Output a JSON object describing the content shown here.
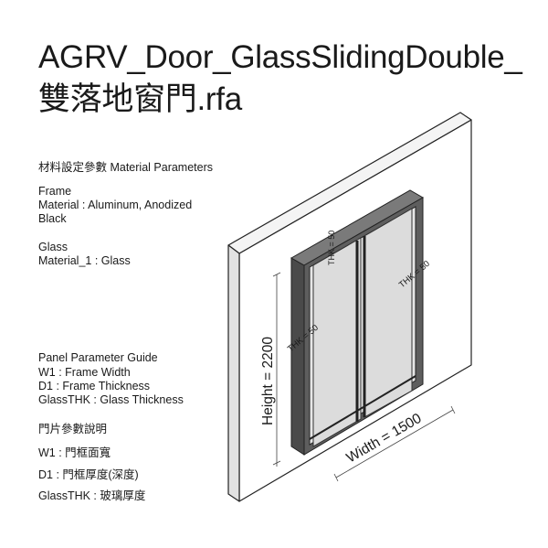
{
  "title": {
    "line1": "AGRV_Door_GlassSlidingDouble_",
    "line2": "雙落地窗門.rfa"
  },
  "material_section": {
    "heading": "材料設定參數 Material Parameters",
    "frame_label": "Frame",
    "frame_material_line1": "Material : Aluminum, Anodized",
    "frame_material_line2": "Black",
    "glass_label": "Glass",
    "glass_material": "Material_1 :  Glass"
  },
  "panel_guide": {
    "heading": "Panel Parameter Guide",
    "items": [
      "W1 : Frame Width",
      "D1 : Frame Thickness",
      "GlassTHK : Glass Thickness"
    ]
  },
  "panel_guide_zh": {
    "heading": "門片參數說明",
    "items": [
      "W1 : 門框面寬",
      "D1 : 門框厚度(深度)",
      "GlassTHK : 玻璃厚度"
    ]
  },
  "dimensions": {
    "height": "Height = 2200",
    "width": "Width = 1500",
    "thk_top": "THK = 50",
    "thk_left": "THK = 50",
    "thk_right": "THK = 50"
  }
}
